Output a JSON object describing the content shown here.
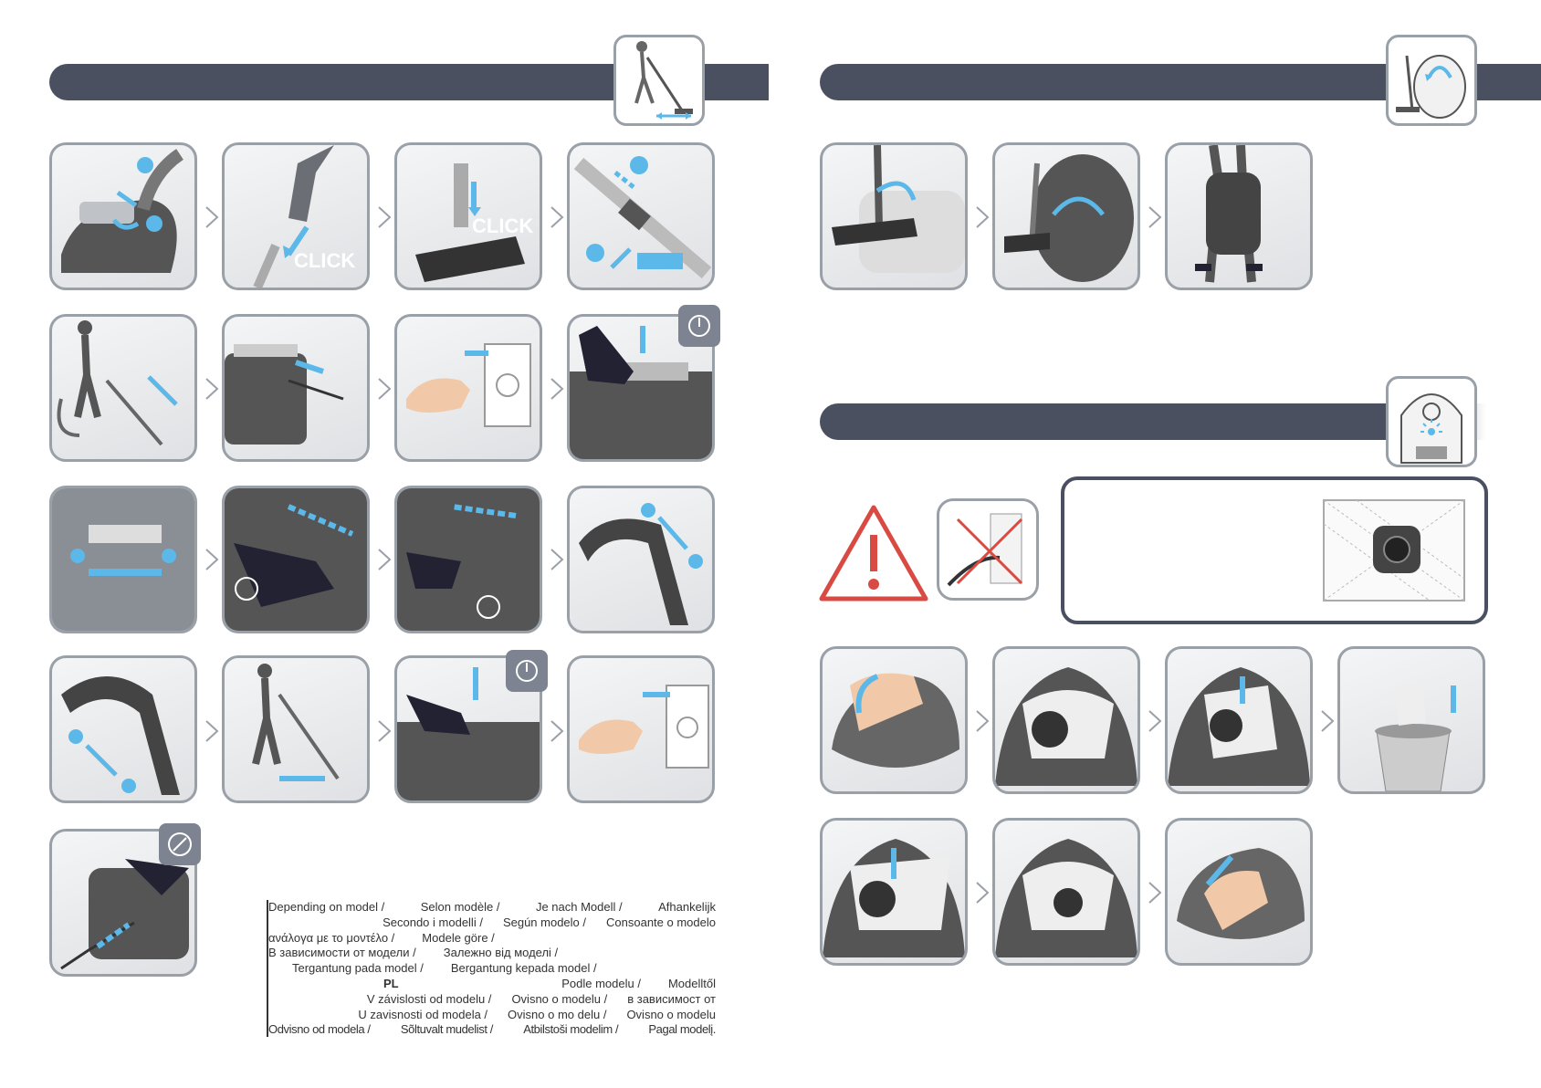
{
  "icons": {
    "header_vacuuming": "floor-vacuuming-icon",
    "header_storage": "vacuum-carry-icon",
    "header_bag": "bag-indicator-icon",
    "warning": "warning-triangle-icon",
    "unplug": "no-plug-icon",
    "power": "power-icon",
    "cord_rewind": "cord-rewind-icon"
  },
  "colors": {
    "bar": "#4b5060",
    "accent": "#5bb8e8",
    "warning": "#d94a42",
    "frame": "#9aa0a8"
  },
  "labels": {
    "click": "CLICK"
  },
  "languages": [
    [
      "Depending on model /",
      "Selon modèle /",
      "Je nach Modell /",
      "Afhankelijk"
    ],
    [
      "Secondo i modelli /",
      "Según modelo /",
      "Consoante o modelo"
    ],
    [
      "ανάλογα με το μοντέλο /",
      "Modele göre /"
    ],
    [
      "В зависимости от модели /",
      "Залежно від моделі /"
    ],
    [
      "Tergantung pada model /",
      "Bergantung kepada model /"
    ],
    [
      "PL",
      "Podle modelu /",
      "Modelltől"
    ],
    [
      "V závislosti od modelu /",
      "Ovisno o modelu /",
      "в зависимост от"
    ],
    [
      "U zavisnosti od modela /",
      "Ovisno o mo delu /",
      "Ovisno o modelu"
    ],
    [
      "Odvisno od modela /",
      "Sõltuvalt mudelist /",
      "Atbilstoši modelim /",
      "Pagal modelį."
    ]
  ]
}
